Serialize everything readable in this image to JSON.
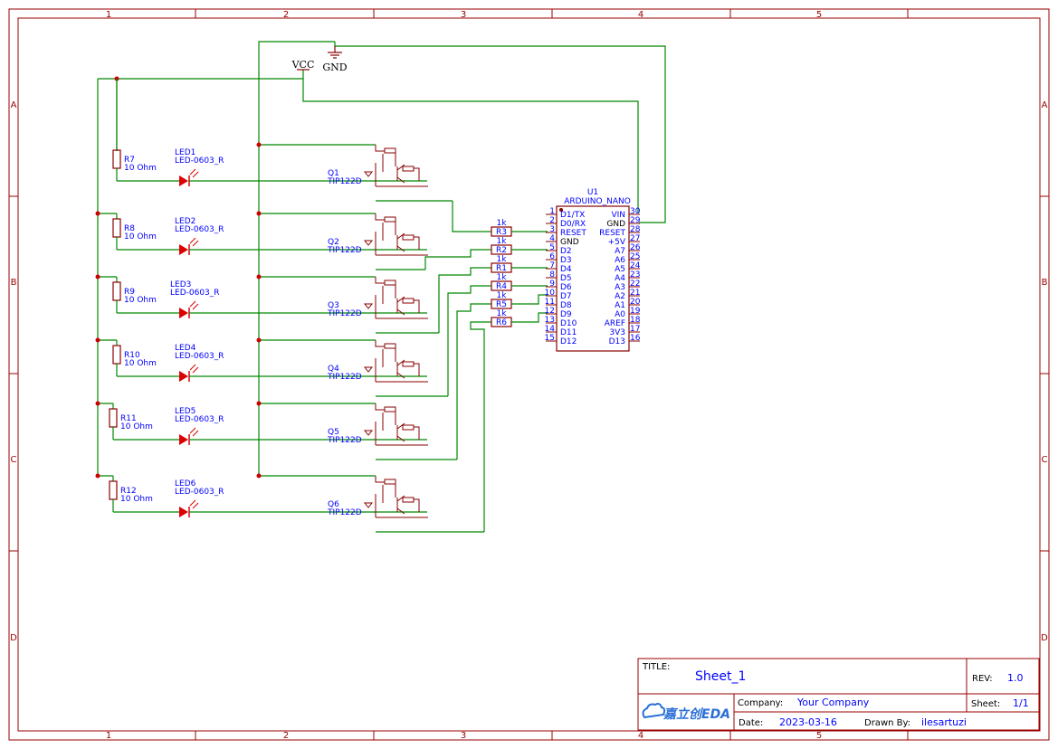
{
  "frame": {
    "columns": [
      "1",
      "2",
      "3",
      "4",
      "5"
    ],
    "rows": [
      "A",
      "B",
      "C",
      "D"
    ]
  },
  "power": {
    "vcc_label": "VCC",
    "gnd_label": "GND"
  },
  "resistors_led": [
    {
      "ref": "R7",
      "value": "10 Ohm"
    },
    {
      "ref": "R8",
      "value": "10 Ohm"
    },
    {
      "ref": "R9",
      "value": "10 Ohm"
    },
    {
      "ref": "R10",
      "value": "10 Ohm"
    },
    {
      "ref": "R11",
      "value": "10 Ohm"
    },
    {
      "ref": "R12",
      "value": "10 Ohm"
    }
  ],
  "leds": [
    {
      "ref": "LED1",
      "part": "LED-0603_R"
    },
    {
      "ref": "LED2",
      "part": "LED-0603_R"
    },
    {
      "ref": "LED3",
      "part": "LED-0603_R"
    },
    {
      "ref": "LED4",
      "part": "LED-0603_R"
    },
    {
      "ref": "LED5",
      "part": "LED-0603_R"
    },
    {
      "ref": "LED6",
      "part": "LED-0603_R"
    }
  ],
  "transistors": [
    {
      "ref": "Q1",
      "part": "TIP122D"
    },
    {
      "ref": "Q2",
      "part": "TIP122D"
    },
    {
      "ref": "Q3",
      "part": "TIP122D"
    },
    {
      "ref": "Q4",
      "part": "TIP122D"
    },
    {
      "ref": "Q5",
      "part": "TIP122D"
    },
    {
      "ref": "Q6",
      "part": "TIP122D"
    }
  ],
  "base_resistors": [
    {
      "ref": "R3",
      "value": "1k"
    },
    {
      "ref": "R2",
      "value": "1k"
    },
    {
      "ref": "R1",
      "value": "1k"
    },
    {
      "ref": "R4",
      "value": "1k"
    },
    {
      "ref": "R5",
      "value": "1k"
    },
    {
      "ref": "R6",
      "value": "1k"
    }
  ],
  "mcu": {
    "ref": "U1",
    "part": "ARDUINO_NANO",
    "left_pins": [
      {
        "num": "1",
        "name": "D1/TX"
      },
      {
        "num": "2",
        "name": "D0/RX"
      },
      {
        "num": "3",
        "name": "RESET"
      },
      {
        "num": "4",
        "name": "GND"
      },
      {
        "num": "5",
        "name": "D2"
      },
      {
        "num": "6",
        "name": "D3"
      },
      {
        "num": "7",
        "name": "D4"
      },
      {
        "num": "8",
        "name": "D5"
      },
      {
        "num": "9",
        "name": "D6"
      },
      {
        "num": "10",
        "name": "D7"
      },
      {
        "num": "11",
        "name": "D8"
      },
      {
        "num": "12",
        "name": "D9"
      },
      {
        "num": "13",
        "name": "D10"
      },
      {
        "num": "14",
        "name": "D11"
      },
      {
        "num": "15",
        "name": "D12"
      }
    ],
    "right_pins": [
      {
        "num": "30",
        "name": "VIN"
      },
      {
        "num": "29",
        "name": "GND"
      },
      {
        "num": "28",
        "name": "RESET"
      },
      {
        "num": "27",
        "name": "+5V"
      },
      {
        "num": "26",
        "name": "A7"
      },
      {
        "num": "25",
        "name": "A6"
      },
      {
        "num": "24",
        "name": "A5"
      },
      {
        "num": "23",
        "name": "A4"
      },
      {
        "num": "22",
        "name": "A3"
      },
      {
        "num": "21",
        "name": "A2"
      },
      {
        "num": "20",
        "name": "A1"
      },
      {
        "num": "19",
        "name": "A0"
      },
      {
        "num": "18",
        "name": "AREF"
      },
      {
        "num": "17",
        "name": "3V3"
      },
      {
        "num": "16",
        "name": "D13"
      }
    ]
  },
  "title_block": {
    "title_label": "TITLE:",
    "title": "Sheet_1",
    "rev_label": "REV:",
    "rev": "1.0",
    "company_label": "Company:",
    "company": "Your Company",
    "sheet_label": "Sheet:",
    "sheet": "1/1",
    "date_label": "Date:",
    "date": "2023-03-16",
    "drawn_by_label": "Drawn By:",
    "drawn_by": "ilesartuzi",
    "logo_text": "嘉立创EDA"
  },
  "colors": {
    "border": "#990000",
    "wire": "#008800",
    "symbol": "#880000",
    "text": "#0000ff",
    "junction": "#cc0000",
    "led": "#dd0000"
  }
}
